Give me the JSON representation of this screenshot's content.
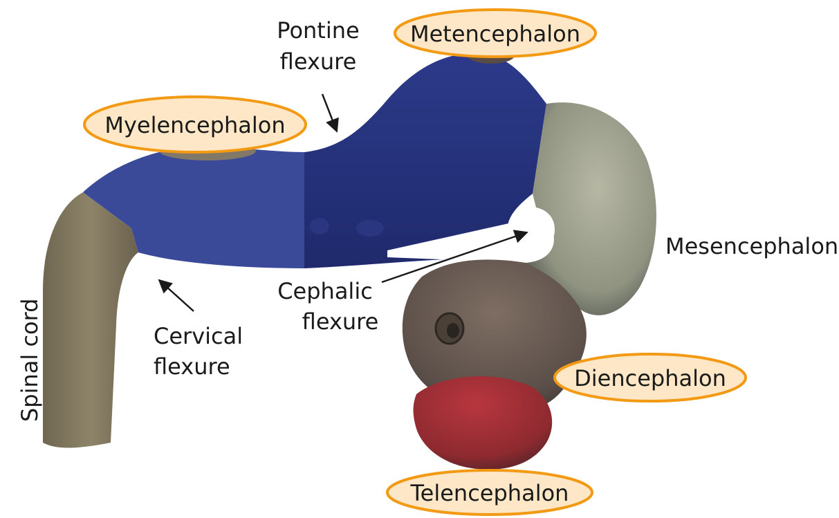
{
  "labels": {
    "metencephalon": "Metencephalon",
    "myelencephalon": "Myelencephalon",
    "pontine_flexure_line1": "Pontine",
    "pontine_flexure_line2": "flexure",
    "mesencephalon": "Mesencephalon",
    "cephalic_flexure_line1": "Cephalic",
    "cephalic_flexure_line2": "flexure",
    "cervical_flexure_line1": "Cervical",
    "cervical_flexure_line2": "flexure",
    "diencephalon": "Diencephalon",
    "telencephalon": "Telencephalon",
    "spinal_cord": "Spinal cord"
  },
  "colors": {
    "highlight_fill": "#fde7c6",
    "highlight_stroke": "#f39a14",
    "hindbrain_blue": "#2d3a86",
    "hindbrain_blue_dark": "#1f2a6e",
    "midbrain_gray": "#9a9d88",
    "forebrain_brown": "#6d5e52",
    "telencephalon_red": "#a83238",
    "spinal_cord_khaki": "#8b8064"
  }
}
